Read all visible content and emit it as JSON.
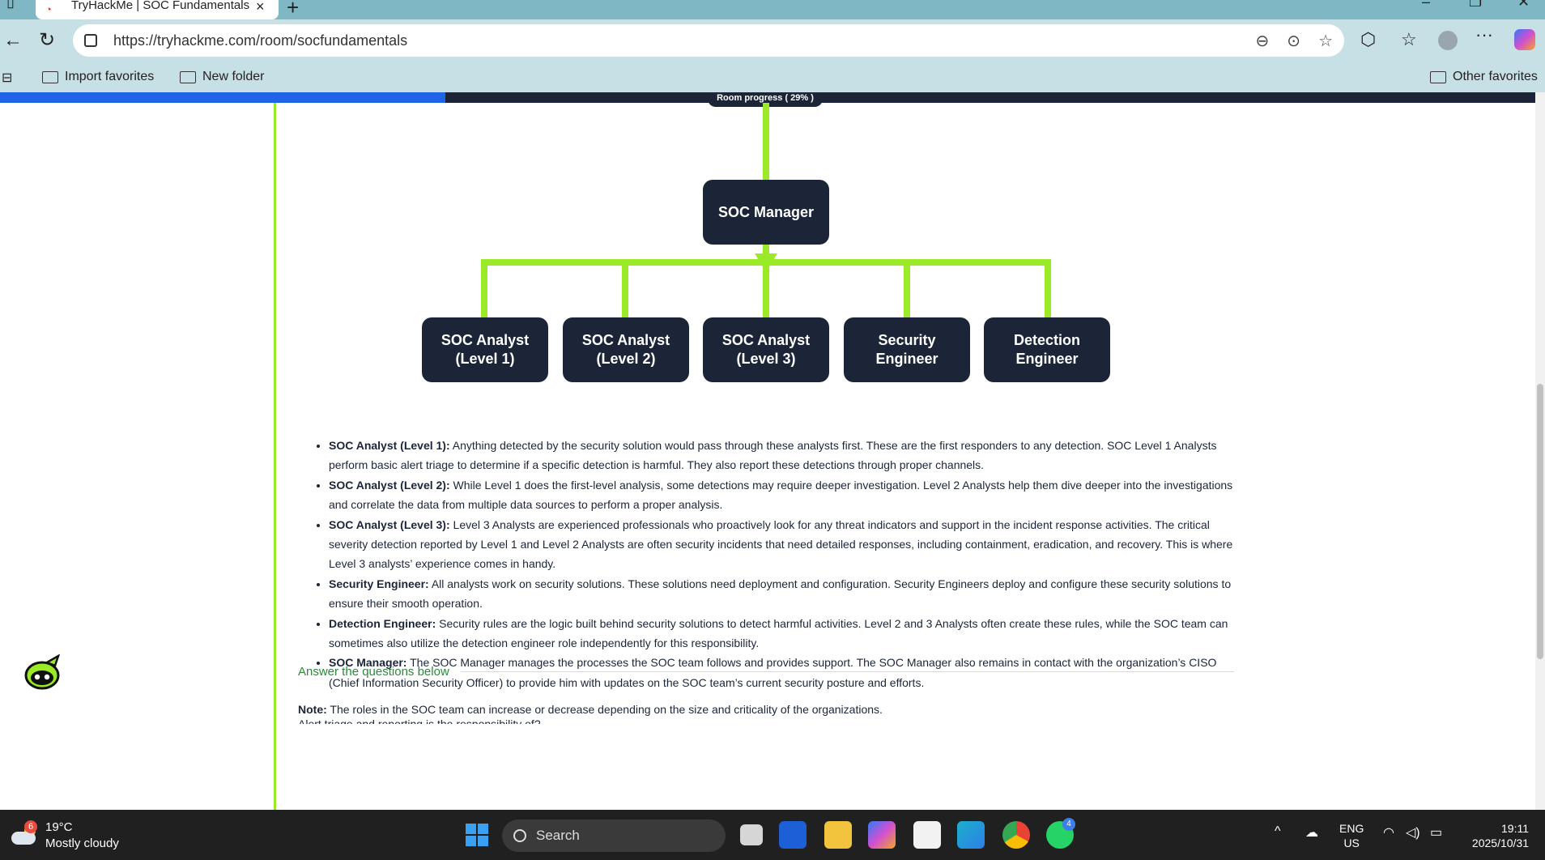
{
  "browser": {
    "tab_title": "TryHackMe | SOC Fundamentals",
    "url": "https://tryhackme.com/room/socfundamentals",
    "favorites": [
      {
        "label": "Import favorites"
      },
      {
        "label": "New folder"
      }
    ],
    "other_favorites": "Other favorites"
  },
  "room": {
    "progress_label": "Room progress ( 29% )",
    "progress_percent": 29
  },
  "org_chart": {
    "manager": "SOC Manager",
    "roles": [
      {
        "label": "SOC Analyst\n(Level 1)"
      },
      {
        "label": "SOC Analyst\n(Level 2)"
      },
      {
        "label": "SOC Analyst\n(Level 3)"
      },
      {
        "label": "Security\nEngineer"
      },
      {
        "label": "Detection\nEngineer"
      }
    ],
    "accent_color": "#9bea27",
    "node_color": "#1c2538"
  },
  "content": {
    "items": [
      {
        "term": "SOC Analyst (Level 1):",
        "text": " Anything detected by the security solution would pass through these analysts first. These are the first responders to any detection. SOC Level 1 Analysts perform basic alert triage to determine if a specific detection is harmful. They also report these detections through proper channels."
      },
      {
        "term": "SOC Analyst (Level 2):",
        "text": " While Level 1 does the first-level analysis, some detections may require deeper investigation. Level 2 Analysts help them dive deeper into the investigations and correlate the data from multiple data sources to perform a proper analysis."
      },
      {
        "term": "SOC Analyst (Level 3):",
        "text": " Level 3 Analysts are experienced professionals who proactively look for any threat indicators and support in the incident response activities. The critical severity detection reported by Level 1 and Level 2 Analysts are often security incidents that need detailed responses, including containment, eradication, and recovery. This is where Level 3 analysts’ experience comes in handy."
      },
      {
        "term": "Security Engineer:",
        "text": " All analysts work on security solutions. These solutions need deployment and configuration. Security Engineers deploy and configure these security solutions to ensure their smooth operation."
      },
      {
        "term": "Detection Engineer:",
        "text": " Security rules are the logic built behind security solutions to detect harmful activities. Level 2 and 3 Analysts often create these rules, while the SOC team can sometimes also utilize the detection engineer role independently for this responsibility."
      },
      {
        "term": "SOC Manager:",
        "text": " The SOC Manager manages the processes the SOC team follows and provides support. The SOC Manager also remains in contact with the organization’s CISO (Chief Information Security Officer) to provide him with updates on the SOC team’s current security posture and efforts."
      }
    ],
    "note_label": "Note:",
    "note_text": " The roles in the SOC team can increase or decrease depending on the size and criticality of the organizations.",
    "answer_heading": "Answer the questions below",
    "question": "Alert triage and reporting is the responsibility of?"
  },
  "taskbar": {
    "weather_temp": "19°C",
    "weather_desc": "Mostly cloudy",
    "weather_badge": "6",
    "search_label": "Search",
    "lang_top": "ENG",
    "lang_bottom": "US",
    "time": "19:11",
    "date": "2025/10/31",
    "whatsapp_badge": "4"
  }
}
